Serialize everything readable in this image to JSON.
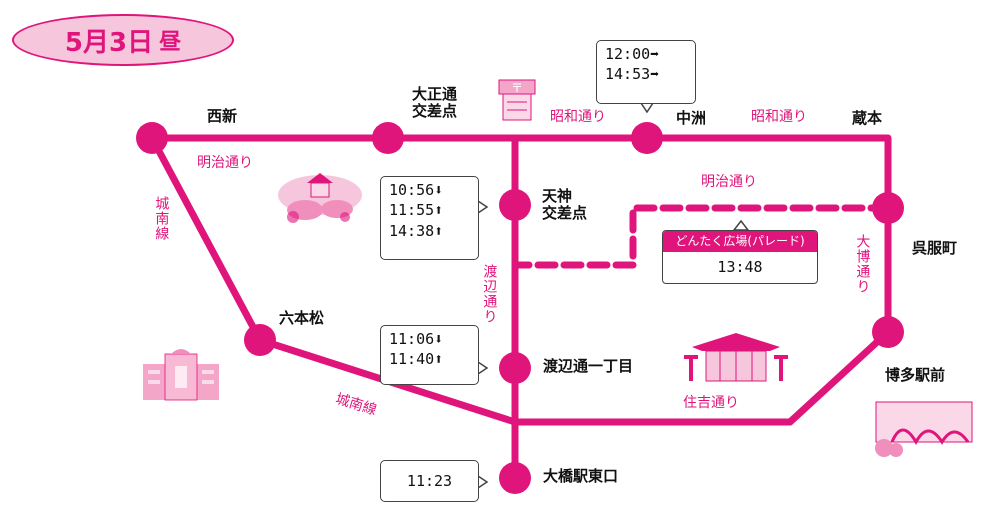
{
  "title": {
    "date": "5月3日",
    "period": "昼"
  },
  "colors": {
    "route": "#e0157c",
    "light": "#f6c6dc"
  },
  "stops": {
    "nishijin": "西新",
    "taisho_dori": "大正通\n交差点",
    "nakasu": "中洲",
    "kuramoto": "蔵本",
    "tenjin": "天神\n交差点",
    "gofukumachi": "呉服町",
    "ropponmatsu": "六本松",
    "watanabe_1": "渡辺通一丁目",
    "hakata": "博多駅前",
    "ohashi": "大橋駅東口"
  },
  "roads": {
    "showa_1": "昭和通り",
    "showa_2": "昭和通り",
    "meiji_west": "明治通り",
    "meiji_east": "明治通り",
    "jonan_vertical": "城南線",
    "jonan_diag": "城南線",
    "watanabe": "渡辺通り",
    "taihaku": "大博通り",
    "sumiyoshi": "住吉通り"
  },
  "times": {
    "nakasu": [
      "12:00➡",
      "14:53➡"
    ],
    "tenjin": [
      "10:56⬇",
      "11:55⬆",
      "14:38⬆"
    ],
    "watanabe": [
      "11:06⬇",
      "11:40⬆"
    ],
    "ohashi": [
      "11:23"
    ]
  },
  "parade": {
    "label": "どんたく広場(パレード)",
    "time": "13:48"
  },
  "icons": [
    "post-office-icon",
    "castle-icon",
    "building-icon",
    "shrine-icon",
    "station-icon"
  ]
}
